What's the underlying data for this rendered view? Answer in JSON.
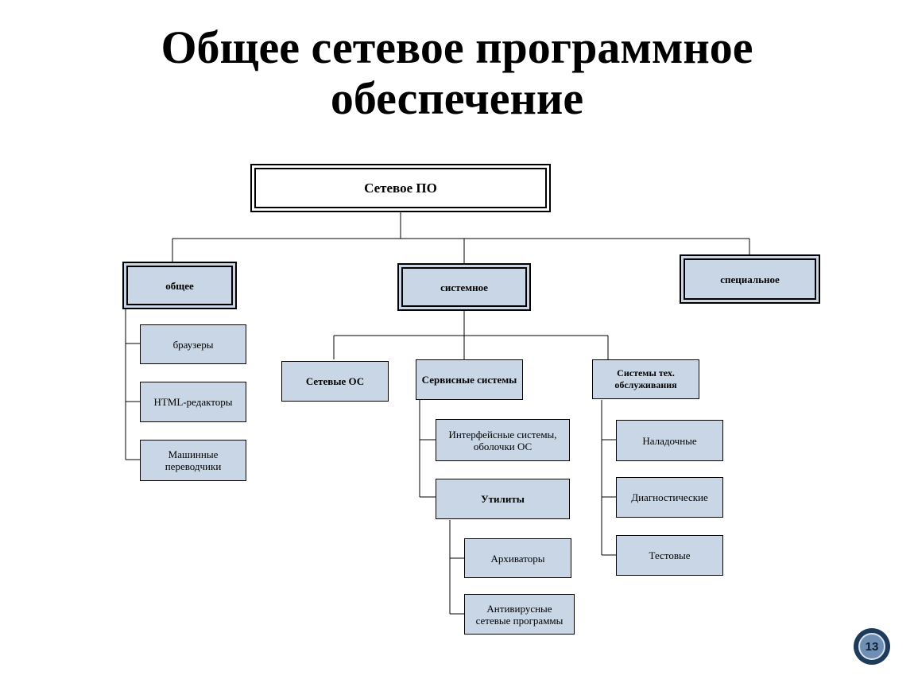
{
  "title": {
    "line1": "Общее сетевое программное",
    "line2": "обеспечение"
  },
  "diagram": {
    "root": "Сетевое ПО",
    "general": {
      "label": "общее",
      "items": [
        "браузеры",
        "HTML-редакторы",
        "Машинные переводчики"
      ]
    },
    "system": {
      "label": "системное",
      "network_os": "Сетевые ОС",
      "service": {
        "label": "Сервисные системы",
        "interface": "Интерфейсные системы, оболочки ОС",
        "utilities": {
          "label": "Утилиты",
          "items": [
            "Архиваторы",
            "Антивирусные сетевые программы"
          ]
        }
      },
      "maintenance": {
        "label": "Системы тех. обслуживания",
        "items": [
          "Наладочные",
          "Диагностические",
          "Тестовые"
        ]
      }
    },
    "special": {
      "label": "специальное"
    }
  },
  "page_number": "13"
}
